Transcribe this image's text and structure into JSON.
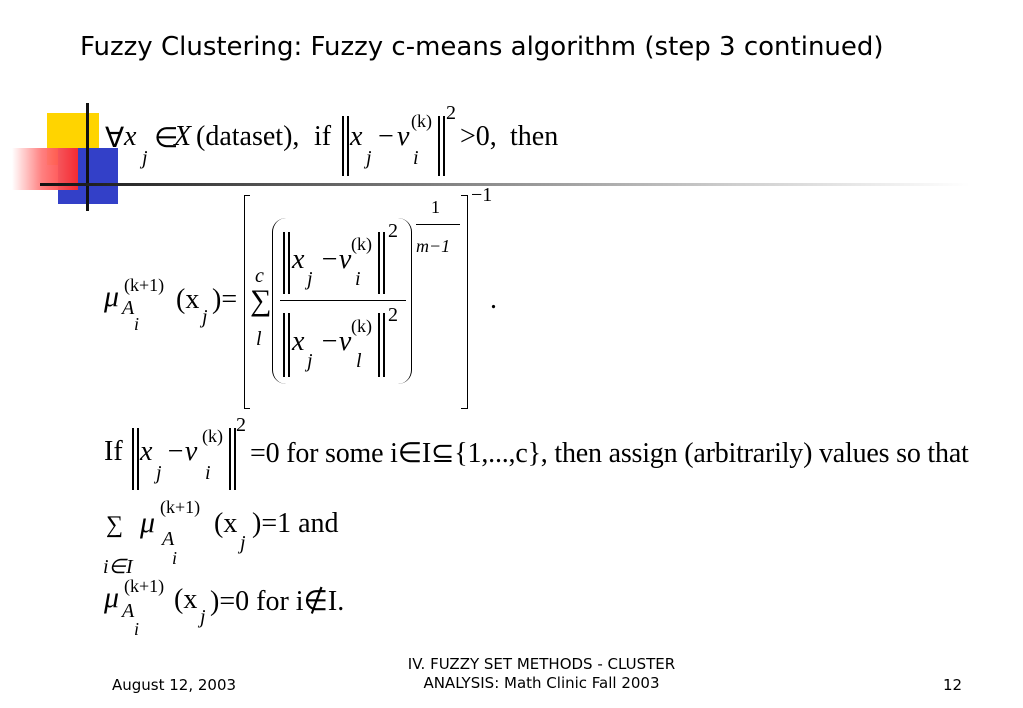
{
  "slide": {
    "title": "Fuzzy Clustering: Fuzzy c-means algorithm (step 3 continued)",
    "line1": {
      "forall": "∀",
      "x": "x",
      "sub_j": "j",
      "in": "∈",
      "X": "X",
      "dataset": "(dataset),",
      "if": "if",
      "minus": "−",
      "v": "v",
      "sup_k": "(k)",
      "sub_i": "i",
      "sq": "2",
      "gt0": ">0,",
      "then": "then"
    },
    "formula": {
      "mu": "μ",
      "sup_k1": "(k+1)",
      "A": "A",
      "sub_i": "i",
      "arg": "(x",
      "sub_j": "j",
      "eq": ")=",
      "sigma": "∑",
      "c": "c",
      "l": "l",
      "num_x": "x",
      "num_minus": "−v",
      "num_sup": "(k)",
      "num_sub": "i",
      "num_j": "j",
      "num_sq": "2",
      "den_x": "x",
      "den_minus": "−v",
      "den_sup": "(k)",
      "den_sub": "l",
      "den_j": "j",
      "den_sq": "2",
      "exp_num": "1",
      "exp_den": "m−1",
      "outer_exp": "−1",
      "period": "."
    },
    "line3": {
      "if": "If",
      "x": "x",
      "sub_j": "j",
      "minus_v": "−v",
      "sup_k": "(k)",
      "sub_i": "i",
      "sq": "2",
      "text": "=0 for some i∈I⊆{1,...,c}, then assign (arbitrarily) values so that"
    },
    "line4": {
      "sigma": "∑",
      "under": "i∈I",
      "mu": "μ",
      "sup_k1": "(k+1)",
      "A": "A",
      "sub_i": "i",
      "arg": "(x",
      "sub_j": "j",
      "rest": ")=1 and"
    },
    "line5": {
      "mu": "μ",
      "sup_k1": "(k+1)",
      "A": "A",
      "sub_i": "i",
      "arg": "(x",
      "sub_j": "j",
      "rest": ")=0 for i∉I."
    }
  },
  "footer": {
    "date": "August 12, 2003",
    "center_line1": "IV. FUZZY SET METHODS - CLUSTER",
    "center_line2": "ANALYSIS: Math Clinic Fall 2003",
    "page": "12"
  },
  "colors": {
    "yellow": "#ffd400",
    "blue": "#3340c8",
    "red": "#ff2a2a"
  }
}
